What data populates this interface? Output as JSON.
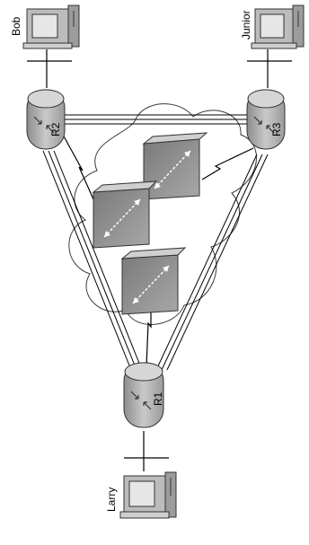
{
  "hosts": {
    "bob": "Bob",
    "junior": "Junior",
    "larry": "Larry"
  },
  "routers": {
    "r1": "R1",
    "r2": "R2",
    "r3": "R3"
  },
  "colors": {
    "router_fill": "#a9a9a9",
    "switch_fill": "#8c8c8c",
    "switch_face": "#bdbdbd",
    "pc_body": "#bcbcbc",
    "pc_screen": "#e6e6e6",
    "line": "#000000",
    "cloud_stroke": "#3a3a3a"
  }
}
